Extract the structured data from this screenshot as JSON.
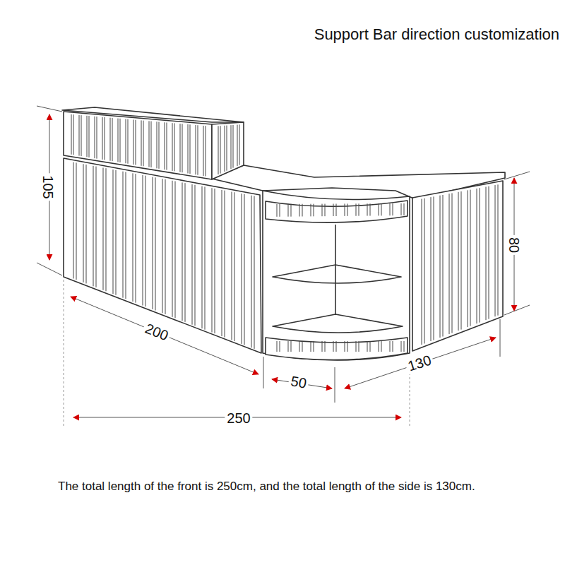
{
  "diagram": {
    "title": "Support Bar direction customization",
    "caption": "The total length of the front is 250cm, and the total length of the side is 130cm.",
    "labels": [
      "105",
      "80",
      "200",
      "50",
      "130",
      "250"
    ]
  }
}
